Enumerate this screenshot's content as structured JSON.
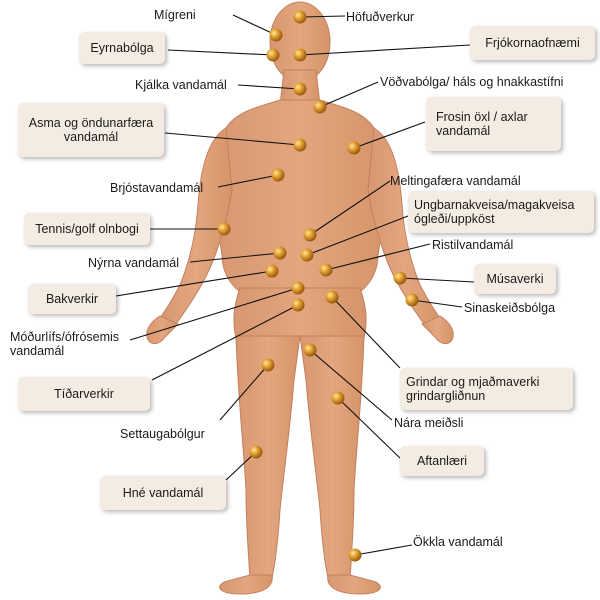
{
  "labels": {
    "migreni": "Mígreni",
    "hofudverkur": "Höfuðverkur",
    "eyrnabolga": "Eyrnabólga",
    "frjokorn": "Frjókornaofnæmi",
    "kjalka": "Kjálka vandamál",
    "vodvabolga": "Vöðvabólga/ háls og hnakkastífni",
    "asma": "Asma og öndunarfæra vandamál",
    "frosin": "Frosin öxl / axlar vandamál",
    "brjost": "Brjóstavandamál",
    "melting": "Meltingafæra vandamál",
    "tennis": "Tennis/golf olnbogi",
    "ungbarna": "Ungbarnakveisa/magakveisa ógleði/uppköst",
    "nyrna": "Nýrna vandamál",
    "ristil": "Ristilvandamál",
    "musaverki": "Músaverki",
    "bakverkir": "Bakverkir",
    "sinaskeid": "Sinaskeiðsbólga",
    "modurlif": "Móðurlífs/ófrósemis vandamál",
    "tidarverkir": "Tíðarverkir",
    "grindar": "Grindar og mjaðmaverki grindargliðnun",
    "settaug": "Settaugabólgur",
    "nara": "Nára meiðsli",
    "aftanlaeri": "Aftanlæri",
    "hne": "Hné vandamál",
    "okkla": "Ökkla vandamál"
  },
  "colors": {
    "skin": "#dfa077",
    "skin_shade": "#c9875e",
    "dot": "#e0a030",
    "box_bg": "#f4ece3",
    "line": "#111111"
  }
}
